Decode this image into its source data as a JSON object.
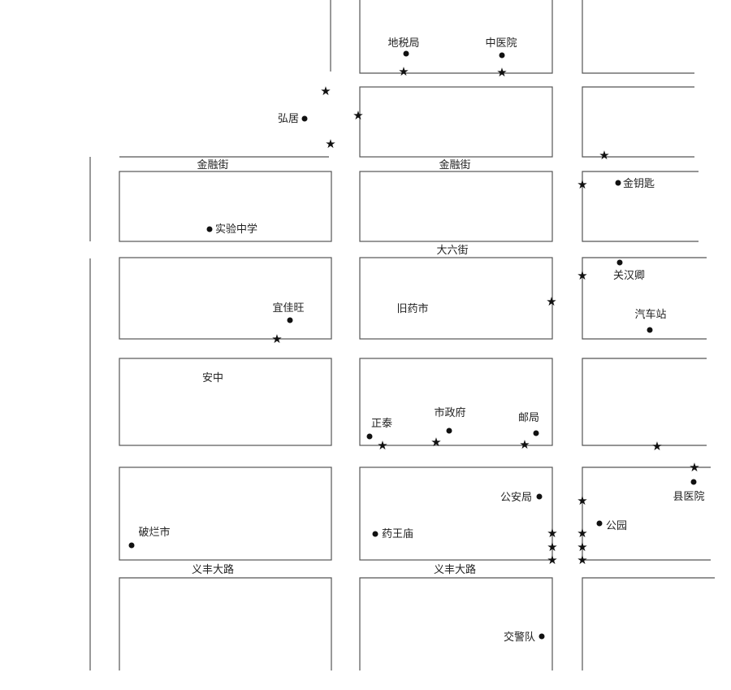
{
  "streets": {
    "jinrong": "金融街",
    "daliu": "大六街",
    "yifeng": "义丰大路"
  },
  "places": {
    "dishuiju": "地税局",
    "zhongyiyuan": "中医院",
    "hongju": "弘居",
    "jinyaoshi": "金钥匙",
    "shiyan": "实验中学",
    "guanhanqing": "关汉卿",
    "yijiawang": "宜佳旺",
    "jiuyaoshi": "旧药市",
    "qichezhan": "汽车站",
    "anzhong": "安中",
    "zhengtai": "正泰",
    "shizhengfu": "市政府",
    "youju": "邮局",
    "gonganju": "公安局",
    "xianyiyuan": "县医院",
    "gongyuan": "公园",
    "polanshi": "破烂市",
    "yaowangmiao": "药王庙",
    "jiaojingdui": "交警队"
  },
  "colors": {
    "line": "#555555",
    "text": "#222222",
    "marker": "#111111"
  },
  "icons": {
    "place": "dot-marker",
    "spot": "star-marker"
  }
}
